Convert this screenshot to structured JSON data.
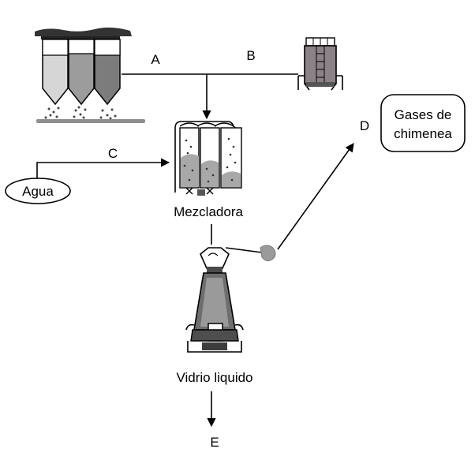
{
  "labels": {
    "a": "A",
    "b": "B",
    "c": "C",
    "d": "D",
    "e": "E",
    "agua": "Agua",
    "mezcladora": "Mezcladora",
    "vidrio": "Vidrio liquido",
    "gases_line1": "Gases de",
    "gases_line2": "chimenea"
  },
  "colors": {
    "silo_light": "#d6d6d6",
    "silo_mid": "#9c9c9c",
    "silo_dark": "#7c7c7c",
    "tank": "#8a8288",
    "furnace": "#6e6e6e",
    "ground": "#8e8e8e"
  }
}
